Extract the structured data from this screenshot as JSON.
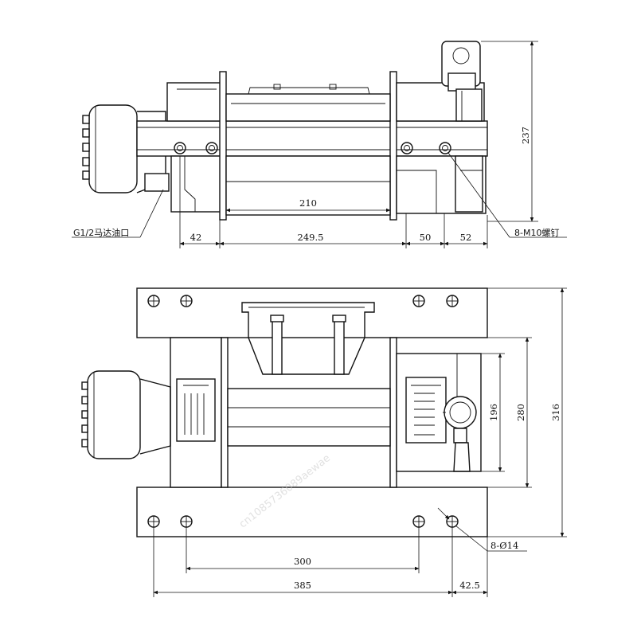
{
  "top_view": {
    "labels": {
      "port": "G1/2马达油口",
      "bolts": "8-M10螺钉",
      "height": "237",
      "drum_span": "210",
      "dim_42": "42",
      "dim_249_5": "249.5",
      "dim_50": "50",
      "dim_52": "52"
    }
  },
  "bottom_view": {
    "labels": {
      "holes": "8-Ø14",
      "dim_196": "196",
      "dim_280": "280",
      "dim_316": "316",
      "dim_300": "300",
      "dim_385": "385",
      "dim_42_5": "42.5"
    }
  },
  "watermark": "cn1085736089aewae"
}
